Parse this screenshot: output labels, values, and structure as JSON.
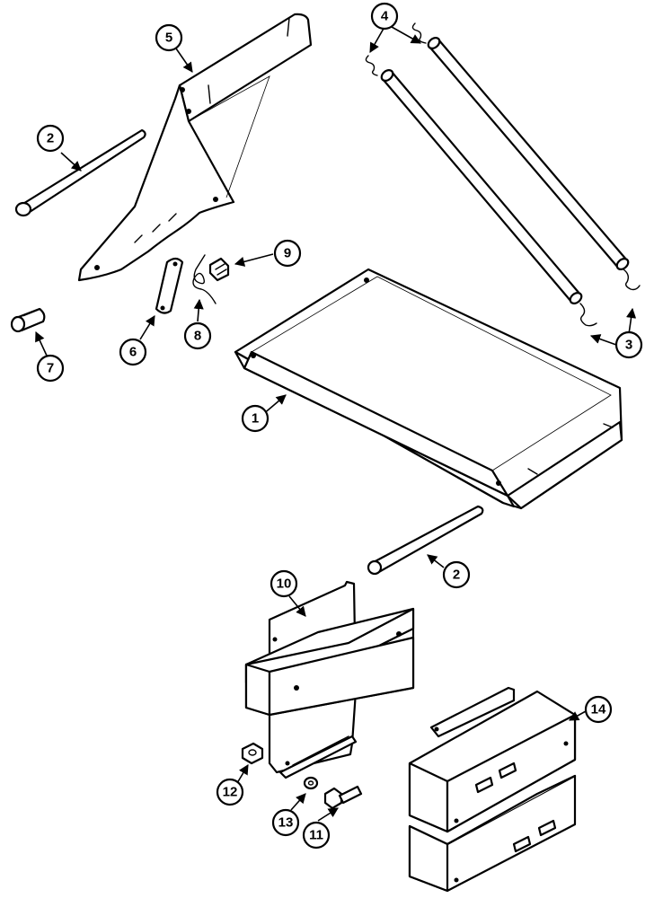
{
  "callouts": [
    {
      "id": "callout-1",
      "label": "1"
    },
    {
      "id": "callout-2a",
      "label": "2"
    },
    {
      "id": "callout-2b",
      "label": "2"
    },
    {
      "id": "callout-3",
      "label": "3"
    },
    {
      "id": "callout-4",
      "label": "4"
    },
    {
      "id": "callout-5",
      "label": "5"
    },
    {
      "id": "callout-6",
      "label": "6"
    },
    {
      "id": "callout-7",
      "label": "7"
    },
    {
      "id": "callout-8",
      "label": "8"
    },
    {
      "id": "callout-9",
      "label": "9"
    },
    {
      "id": "callout-10",
      "label": "10"
    },
    {
      "id": "callout-11",
      "label": "11"
    },
    {
      "id": "callout-12",
      "label": "12"
    },
    {
      "id": "callout-13",
      "label": "13"
    },
    {
      "id": "callout-14",
      "label": "14"
    }
  ],
  "colors": {
    "line": "#000000",
    "background": "#ffffff"
  }
}
